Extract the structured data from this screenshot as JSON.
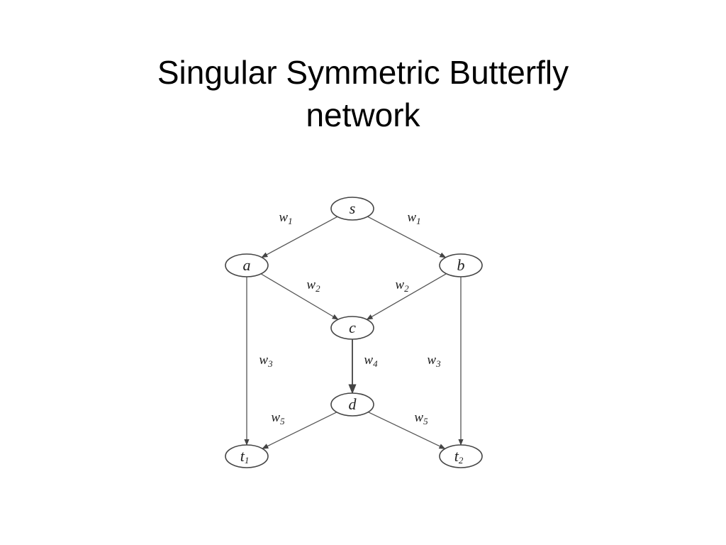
{
  "slide": {
    "title_line1": "Singular Symmetric Butterfly",
    "title_line2": "network"
  },
  "diagram": {
    "nodes": [
      {
        "id": "s",
        "name": "s",
        "sub": ""
      },
      {
        "id": "a",
        "name": "a",
        "sub": ""
      },
      {
        "id": "b",
        "name": "b",
        "sub": ""
      },
      {
        "id": "c",
        "name": "c",
        "sub": ""
      },
      {
        "id": "d",
        "name": "d",
        "sub": ""
      },
      {
        "id": "t1",
        "name": "t",
        "sub": "1"
      },
      {
        "id": "t2",
        "name": "t",
        "sub": "2"
      }
    ],
    "edges": [
      {
        "from": "s",
        "to": "a",
        "weight": "w",
        "sub": "1"
      },
      {
        "from": "s",
        "to": "b",
        "weight": "w",
        "sub": "1"
      },
      {
        "from": "a",
        "to": "c",
        "weight": "w",
        "sub": "2"
      },
      {
        "from": "b",
        "to": "c",
        "weight": "w",
        "sub": "2"
      },
      {
        "from": "a",
        "to": "t1",
        "weight": "w",
        "sub": "3"
      },
      {
        "from": "b",
        "to": "t2",
        "weight": "w",
        "sub": "3"
      },
      {
        "from": "c",
        "to": "d",
        "weight": "w",
        "sub": "4"
      },
      {
        "from": "d",
        "to": "t1",
        "weight": "w",
        "sub": "5"
      },
      {
        "from": "d",
        "to": "t2",
        "weight": "w",
        "sub": "5"
      }
    ],
    "colors": {
      "line": "#555555",
      "node_border": "#444444",
      "node_fill": "#ffffff"
    }
  }
}
